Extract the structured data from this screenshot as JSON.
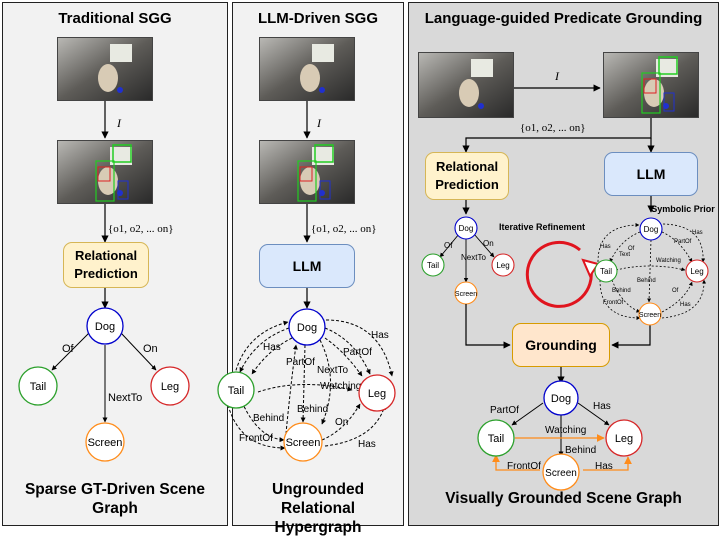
{
  "panel1": {
    "title": "Traditional SGG",
    "edge_I": "I",
    "objects": "{o1, o2, ... on}",
    "box": "Relational Prediction",
    "footer": "Sparse GT-Driven Scene Graph",
    "nodes": {
      "dog": "Dog",
      "tail": "Tail",
      "leg": "Leg",
      "screen": "Screen"
    },
    "edges": {
      "of": "Of",
      "on": "On",
      "nextto": "NextTo"
    }
  },
  "panel2": {
    "title": "LLM-Driven SGG",
    "edge_I": "I",
    "objects": "{o1, o2, ... on}",
    "box": "LLM",
    "footer": "Ungrounded Relational Hypergraph",
    "nodes": {
      "dog": "Dog",
      "tail": "Tail",
      "leg": "Leg",
      "screen": "Screen"
    },
    "edges": {
      "has1": "Has",
      "has2": "Has",
      "has3": "Has",
      "partof1": "PartOf",
      "partof2": "PartOf",
      "nextto": "NextTo",
      "watching": "Watching",
      "behind": "Behind",
      "on": "On",
      "frontof": "FrontOf"
    }
  },
  "panel3": {
    "title": "Language-guided Predicate Grounding",
    "edge_I": "I",
    "objects": "{o1, o2, ... on}",
    "box_rel": "Relational Prediction",
    "box_llm": "LLM",
    "box_ground": "Grounding",
    "iterative": "Iterative Refinement",
    "symbolic": "Symbolic Prior",
    "footer": "Visually Grounded Scene Graph",
    "small_left": {
      "dog": "Dog",
      "tail": "Tail",
      "leg": "Leg",
      "screen": "Screen",
      "of": "Of",
      "on": "On",
      "nextto": "NextTo"
    },
    "small_right": {
      "dog": "Dog",
      "tail": "Tail",
      "leg": "Leg",
      "screen": "Screen",
      "has1": "Has",
      "has2": "Has",
      "has3": "Has",
      "text": "Text",
      "of1": "Of",
      "of2": "Of",
      "partof": "PartOf",
      "watching": "Watching",
      "behind1": "Behind",
      "behind2": "Behind",
      "frontof": "FrontOf",
      "has4": "Has"
    },
    "final": {
      "dog": "Dog",
      "tail": "Tail",
      "leg": "Leg",
      "screen": "Screen",
      "partof": "PartOf",
      "has1": "Has",
      "watching": "Watching",
      "behind": "Behind",
      "frontof": "FrontOf",
      "has2": "Has"
    }
  },
  "colors": {
    "dog": "#0000cc",
    "tail": "#2ca02c",
    "leg": "#d62728",
    "screen": "#ff8c1a",
    "yellow": "#fff2cc",
    "blue": "#dae8fc",
    "orange": "#ffe6cc",
    "iterative_arrow": "#e0141e"
  }
}
